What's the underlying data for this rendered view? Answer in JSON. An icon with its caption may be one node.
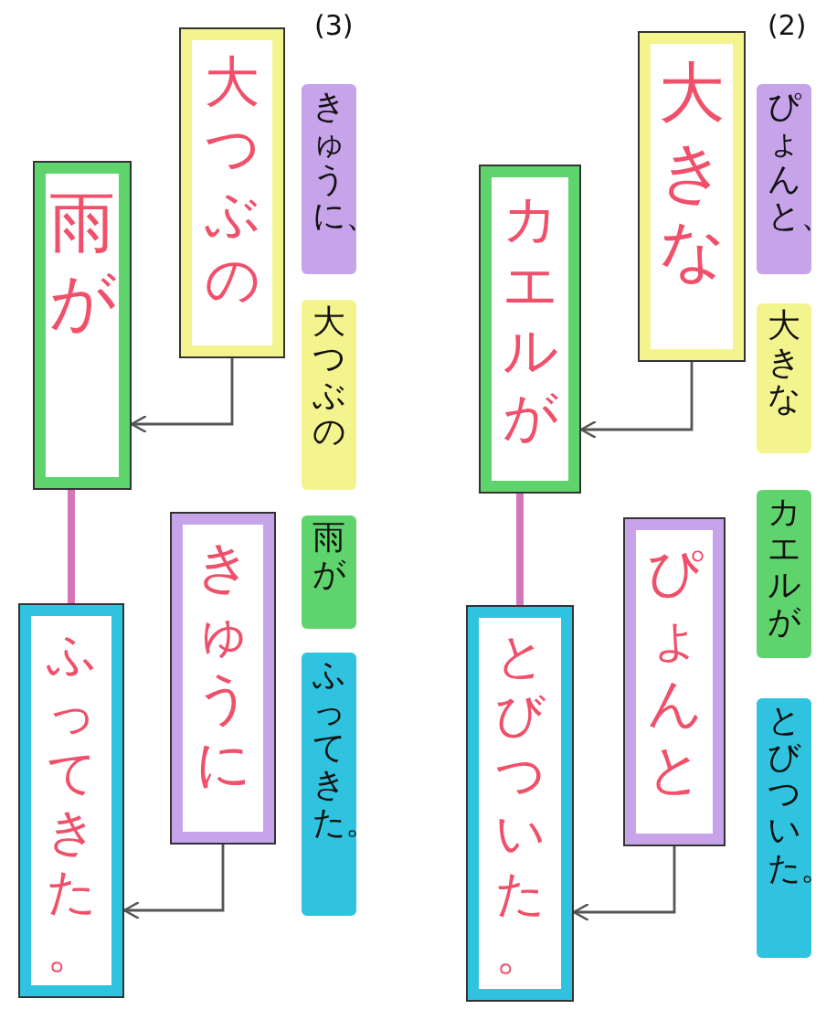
{
  "diagram": {
    "nodes": [
      {
        "text": [
          "大きな"
        ]
      },
      {
        "text": [
          "カエルが"
        ]
      },
      {
        "text": [
          "ぴょんと"
        ]
      },
      {
        "text": [
          "とびついた。"
        ]
      },
      {
        "text": [
          "ぴょんと、"
        ]
      },
      {
        "text": [
          "大きな"
        ]
      },
      {
        "text": [
          "カエルが"
        ]
      },
      {
        "text": [
          "とびついた。"
        ]
      },
      {
        "text": [
          "大つぶの"
        ]
      },
      {
        "text": [
          "雨が"
        ]
      },
      {
        "text": [
          "きゅうに"
        ]
      },
      {
        "text": [
          "ふってきた。"
        ]
      },
      {
        "text": [
          "きゅうに、"
        ]
      },
      {
        "text": [
          "大つぶの"
        ]
      },
      {
        "text": [
          "雨が"
        ]
      },
      {
        "text": [
          "ふってきた。"
        ]
      }
    ],
    "edges": [
      {
        "from": 0,
        "to": 1,
        "arrow": "to"
      },
      {
        "from": 2,
        "to": 3,
        "arrow": "to"
      },
      {
        "from": 1,
        "to": 3,
        "arrow": "none",
        "style": "thick",
        "color": "#d477b8"
      },
      {
        "from": 8,
        "to": 9,
        "arrow": "to"
      },
      {
        "from": 10,
        "to": 11,
        "arrow": "to"
      },
      {
        "from": 9,
        "to": 11,
        "arrow": "none",
        "style": "thick",
        "color": "#d477b8"
      }
    ],
    "labels": [
      "(2)",
      "(3)"
    ]
  }
}
